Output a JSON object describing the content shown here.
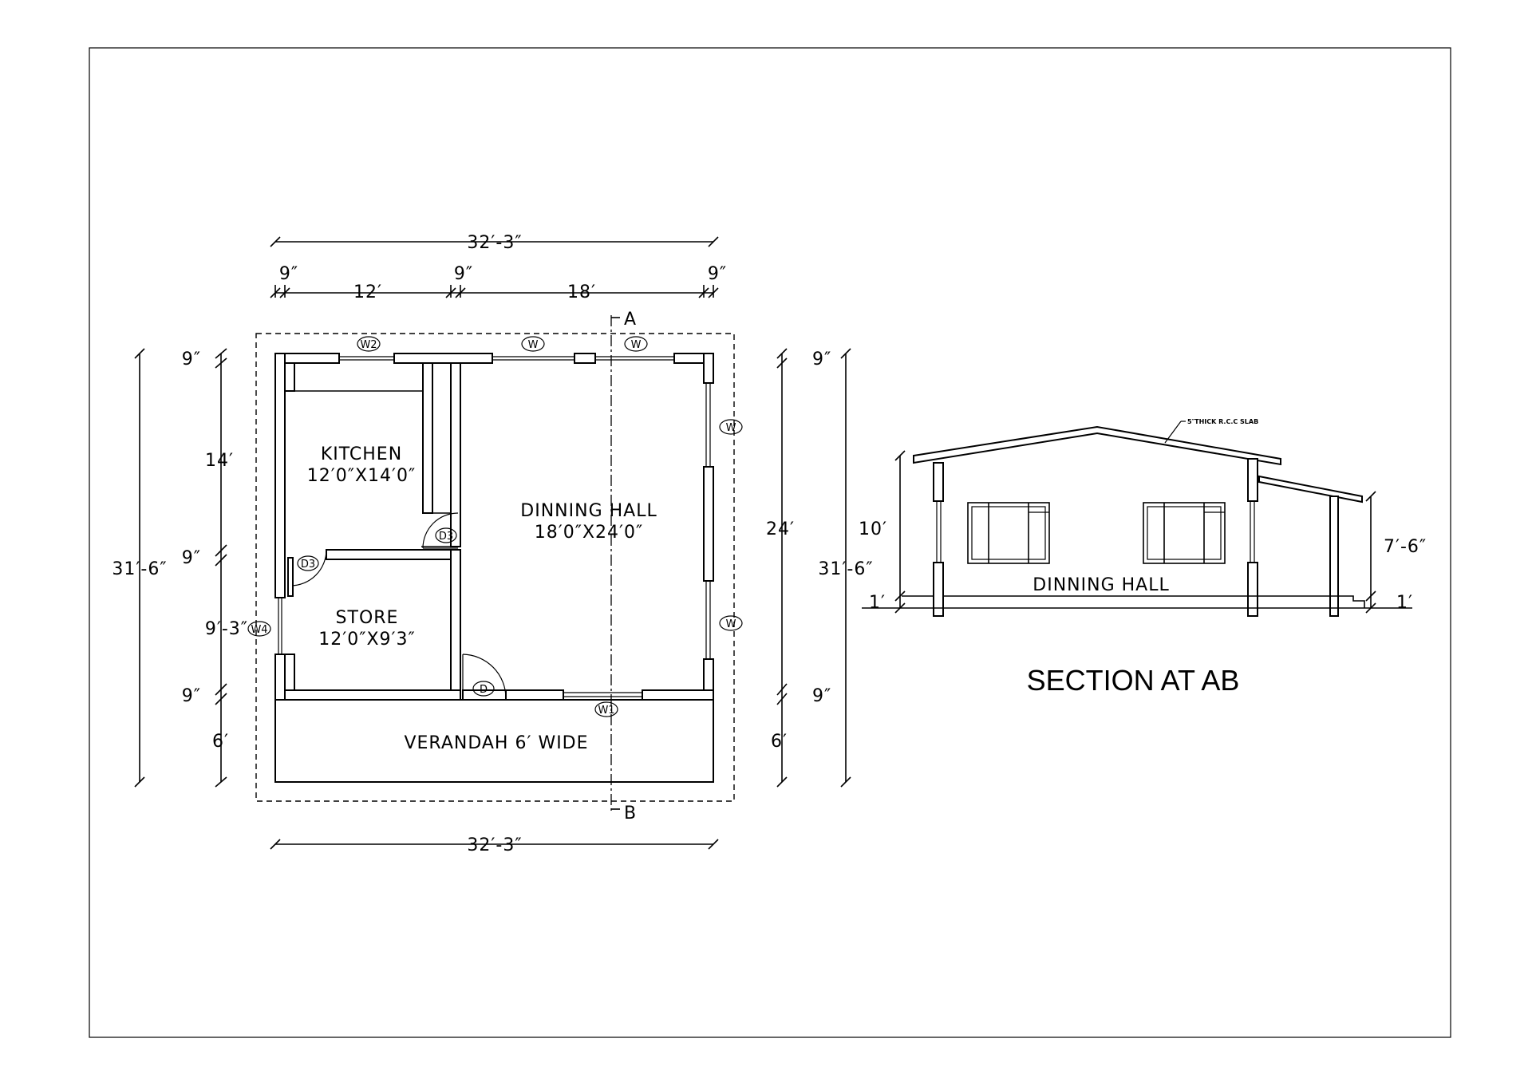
{
  "plan": {
    "overall_width_top": "32′-3″",
    "overall_width_bottom": "32′-3″",
    "segment_top": [
      "9″",
      "12′",
      "9″",
      "18′",
      "9″"
    ],
    "left_dims": [
      "9″",
      "14′",
      "9″",
      "9′-3″",
      "9″",
      "6′"
    ],
    "left_overall": "31′-6″",
    "right_dims": [
      "9″",
      "24′",
      "9″",
      "6′"
    ],
    "right_overall": "31′-6″",
    "section_marks": [
      "A",
      "B"
    ],
    "rooms": {
      "kitchen_name": "KITCHEN",
      "kitchen_size": "12′0″X14′0″",
      "dining_name": "DINNING HALL",
      "dining_size": "18′0″X24′0″",
      "store_name": "STORE",
      "store_size": "12′0″X9′3″",
      "verandah": "VERANDAH 6′ WIDE"
    },
    "openings": {
      "w2": "W2",
      "w_top_1": "W",
      "w_top_2": "W",
      "w_right_1": "W",
      "w_right_2": "W",
      "w_bottom": "W1",
      "w4": "W4",
      "d3_kitchen": "D3",
      "d3_store": "D3",
      "d_main": "D"
    }
  },
  "section": {
    "title": "SECTION AT AB",
    "slab_note": "5″THICK R.C.C SLAB",
    "room_label": "DINNING HALL",
    "height_left": "10′",
    "plinth_left": "1′",
    "height_right": "7′-6″",
    "plinth_right": "1′"
  }
}
